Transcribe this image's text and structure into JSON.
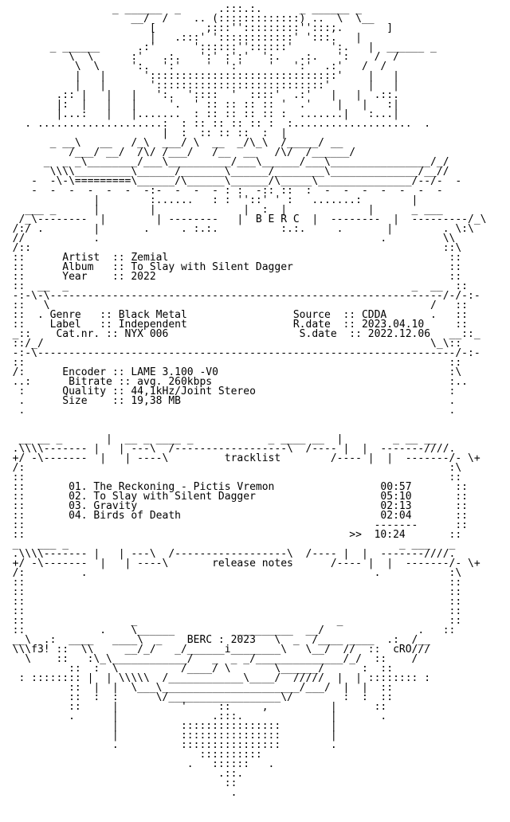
{
  "art_lines": [
    "                  _ ______  _      .:::.:.      _ ______ _",
    "                     __/  /    .. (:::::::::::::) ..  \\  \\__",
    "                        [        ;:::'':::::::::'':::;.       ]",
    "                        |   .:::' '::::::::::::' ':::.   |",
    "        _ ______      .:'      '::::::''::::::'      ':.   |  ______ _",
    "           \\  \\      :'   .:.   ':' :':'  ':.   .:.   ':    /  /",
    "            \\  \\     ':.  ':'    '  ':'    '   ':'  .:'   /  /",
    "            |   |      '::::::::::::::::::::::::::::::'    |   |",
    "            |   |       ':::::::::::::::::::::::::::'      |   |",
    "         .:: |   |   |   ':.  '::::  '  ::::'  .:'   |   |  .::.",
    "         |:  |   |   |     '.  ' :: :: :: :: '  .'    |   |   :|",
    "         |...:   |   |.......  : :: :: :: :: :  .......|   :...|",
    "    . ....................:  : :: :: :: :: :  :...................  .",
    "                          |  :  :: :: ::  :  |",
    "        _ __\\   __   /_\\  ___/ \\  __  _/\\_\\  /_____/ __",
    "           /___/ __/  /\\/ /___/   /__  __   /\\/  /______/",
    "       _  _ _\\________/___\\__________/___\\______/___\\________________/_/",
    "        \\\\\\\\_________\\______/_______\\______/________\\______________/__//",
    "     -  -\\-\\=========\\______/\\______\\______/\\_____\\_______________/--/-  -",
    "     -  -  -  -  -  -  -:-  -  -  - : :  -:: ::  :  -  -  -  -  -  -  -",
    "               |        :......   : : ''::' ' :   .......:        |",
    "    ___ _      |        |              |  :  |             |      _ ___",
    "   /_\\--------  |        | --------   |  B E R C  |  --------  |  ---------/_\\",
    "  /:/ .        |       .     . :.:.          :.:.     .       |        . \\:\\",
    "  //           .                                             .         \\\\",
    "  /::                                                                  ::\\",
    "  ::      Artist  :: Zemial                                             ::",
    "  ::      Album   :: To Slay with Silent Dagger                         ::",
    "  ::      Year    :: 2022                                               ::",
    "  ::  __  _                                                       _  __  ::",
    "  -:-\\-\\---------------------------------------------------------------/-/-:-",
    "  ::   \\                                                             /   ::",
    "  ::  . Genre   :: Black Metal                 Source  :: CDDA       .   ::",
    "  ::    Label   :: Independent                 R.date  :: 2023.04.10     ::",
    "  _::    Cat.nr. :: NYX 006                     S.date  :: 2022.12.06   __::_",
    "  ::/_/                                                              \\_\\::",
    "  -:-\\-------------------------------------------------------------------/-:-",
    "  ::                                                                    ::",
    "  /:      Encoder :: LAME 3.100 -V0                                     :\\",
    "  ..:      Bitrate :: avg. 260kbps                                      :..",
    "   :      Quality :: 44,1kHz/Joint Stereo                               :",
    "   .      Size    :: 19,38 MB                                           .",
    "   .                                                                    .",
    "",
    "",
    "   __ __ _       |  __ _ ____ _            _ ____ __  |        _ __ __",
    "  .\\\\\\\\------- |   | ---\\  /------------------\\  /---- |  |  -------////.",
    "  +/ -\\-------  |   | ----\\         tracklist        /---- |  |  -------/- \\+",
    "  /:                                                                    :\\",
    "  ::                                                                    ::",
    "  ::       01. The Reckoning - Pictis Vremon                 00:57       ::",
    "  ::       02. To Slay with Silent Dagger                    05:10       ::",
    "  ::       03. Gravity                                       02:13       ::",
    "  ::       04. Birds of Death                                02:04       ::",
    "  ::                                                        -------      ::",
    "  ::                                                    >>  10:24       ::",
    "  _   ___ _                                                     _ ___   _",
    "  .\\\\\\\\------- |   | ---\\  /------------------\\  /---- |  |  -------////.",
    "  +/ -\\-------  |   | ----\\       release notes      /---- |  |  -------/- \\+",
    "  /:         .                                              .           :\\",
    "  ::                                                                    ::",
    "  ::                                                                    ::",
    "  ::                                                                    ::",
    "  ::                                                                    ::",
    "  ::                 _                                _                 ::",
    "  ::            .    \\______          _________  __/               .   ::",
    "  __\\  .:  ____   ____\\  _    BERC : 2023   \\  _  /____ ____  .:  /__",
    "  \\\\\\f3! ::  \\\\     __/_/   _/______i________\\   \\__/  //  ::  cRO///",
    "    \\    ::   :\\_\\____________/   _  _ _/______________/_/  ::    /",
    "           ::  :  \\          /____/ \\       \\______/      :  ::",
    "   : :::::::: |  | \\\\\\\\\\  /____________\\____/  /////  |  | :::::::: :",
    "           ::  |  |  \\___\\______________________/___/  |  |  ::",
    "           ::  :  :      \\/__________________\\/        :  :  ::",
    "           ::     |          '     ::     ,          |      ::",
    "           .      |               .:::.              |       .",
    "                  |          ::::::::::::::::        |",
    "                  |          ::::::::::::::::        |",
    "                  .          ::::::::::::::::        .",
    "                                ::::::::::",
    "                              .   ::::::   .",
    "                                   .::.",
    "                                    ::",
    "                                     ."
  ]
}
